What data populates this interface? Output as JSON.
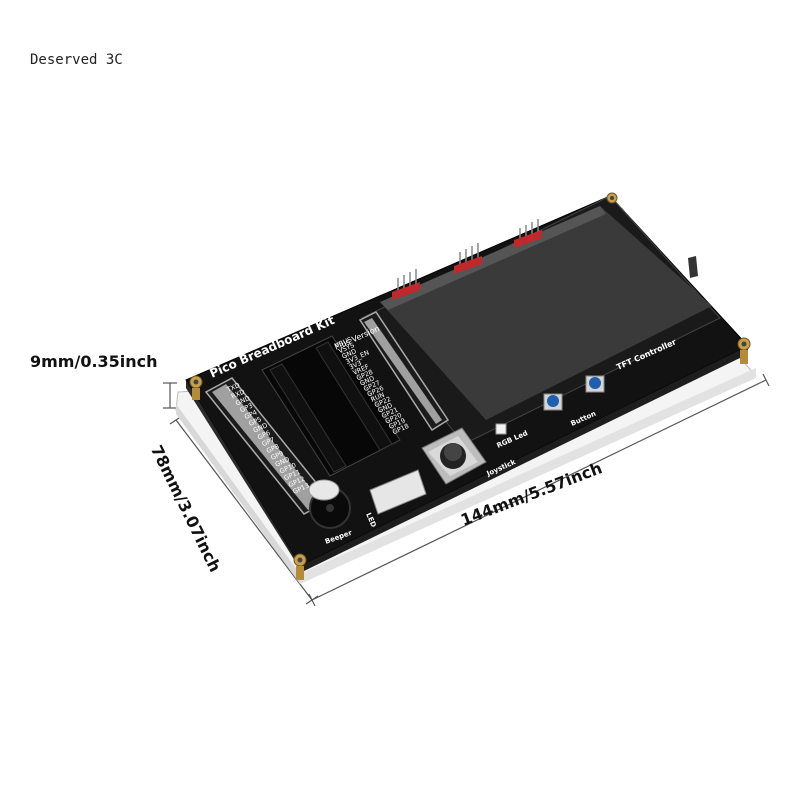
{
  "watermark": "Deserved 3C",
  "dimensions": {
    "height": "9mm/0.35inch",
    "depth": "78mm/3.07inch",
    "width": "144mm/5.57inch"
  },
  "board": {
    "title": "Pico Breadboard Kit",
    "subtitle": "Plus Version",
    "left_pins": [
      "TXD",
      "RXD",
      "GND",
      "GP3",
      "GP4",
      "GP5",
      "GND",
      "GP6",
      "GP7",
      "GP8",
      "GP9",
      "GND",
      "GP10",
      "GP11",
      "GP12",
      "GP13"
    ],
    "right_pins": [
      "VBUS",
      "VSYS",
      "GND",
      "3V3_EN",
      "3V3",
      "VREF",
      "GP28",
      "GND",
      "GP27",
      "GP26",
      "RUN",
      "GP22",
      "GND",
      "GP21",
      "GP20",
      "GP19",
      "GP18"
    ],
    "labels": {
      "tft_controller": "TFT Controller",
      "button": "Button",
      "rgb_led": "RGB Led",
      "joystick": "Joystick",
      "beeper": "Beeper",
      "led": "LED"
    }
  },
  "colors": {
    "pcb": "#121212",
    "screen": "#3a3a3a",
    "acrylic": "#e9e9e9",
    "standoff": "#c8a04a",
    "button_cap": "#1f5fb0",
    "pin_red": "#c0282c"
  }
}
